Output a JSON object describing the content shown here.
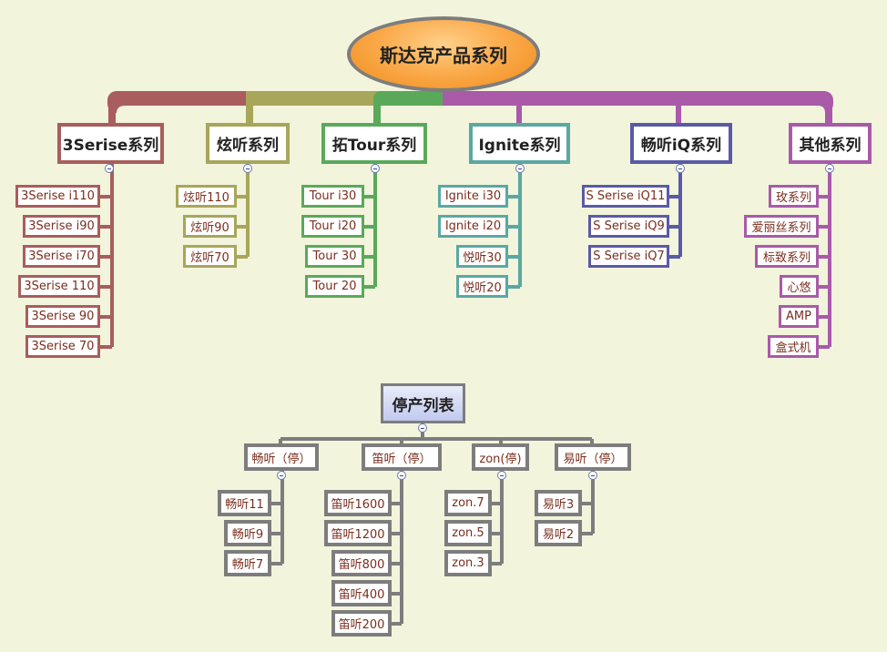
{
  "root": {
    "title": "斯达克产品系列"
  },
  "categories": [
    {
      "name": "3Serise系列",
      "color": "#a95d5d",
      "items": [
        "3Serise i110",
        "3Serise i90",
        "3Serise i70",
        "3Serise 110",
        "3Serise 90",
        "3Serise 70"
      ]
    },
    {
      "name": "炫听系列",
      "color": "#a8a65a",
      "items": [
        "炫听110",
        "炫听90",
        "炫听70"
      ]
    },
    {
      "name": "拓Tour系列",
      "color": "#5aa95a",
      "items": [
        "Tour i30",
        "Tour i20",
        "Tour 30",
        "Tour 20"
      ]
    },
    {
      "name": "Ignite系列",
      "color": "#5aa8a4",
      "items": [
        "Ignite i30",
        "Ignite i20",
        "悦听30",
        "悦听20"
      ]
    },
    {
      "name": "畅听iQ系列",
      "color": "#5a5aa6",
      "items": [
        "S Serise iQ11",
        "S Serise iQ9",
        "S Serise iQ7"
      ]
    },
    {
      "name": "其他系列",
      "color": "#a95aa9",
      "items": [
        "玫系列",
        "爱丽丝系列",
        "标致系列",
        "心悠",
        "AMP",
        "盒式机"
      ]
    }
  ],
  "discontinued": {
    "title": "停产列表",
    "color": "#7d7d7d",
    "groups": [
      {
        "name": "畅听（停）",
        "items": [
          "畅听11",
          "畅听9",
          "畅听7"
        ]
      },
      {
        "name": "笛听（停）",
        "items": [
          "笛听1600",
          "笛听1200",
          "笛听800",
          "笛听400",
          "笛听200"
        ]
      },
      {
        "name": "zon(停)",
        "items": [
          "zon.7",
          "zon.5",
          "zon.3"
        ]
      },
      {
        "name": "易听（停）",
        "items": [
          "易听3",
          "易听2"
        ]
      }
    ]
  }
}
